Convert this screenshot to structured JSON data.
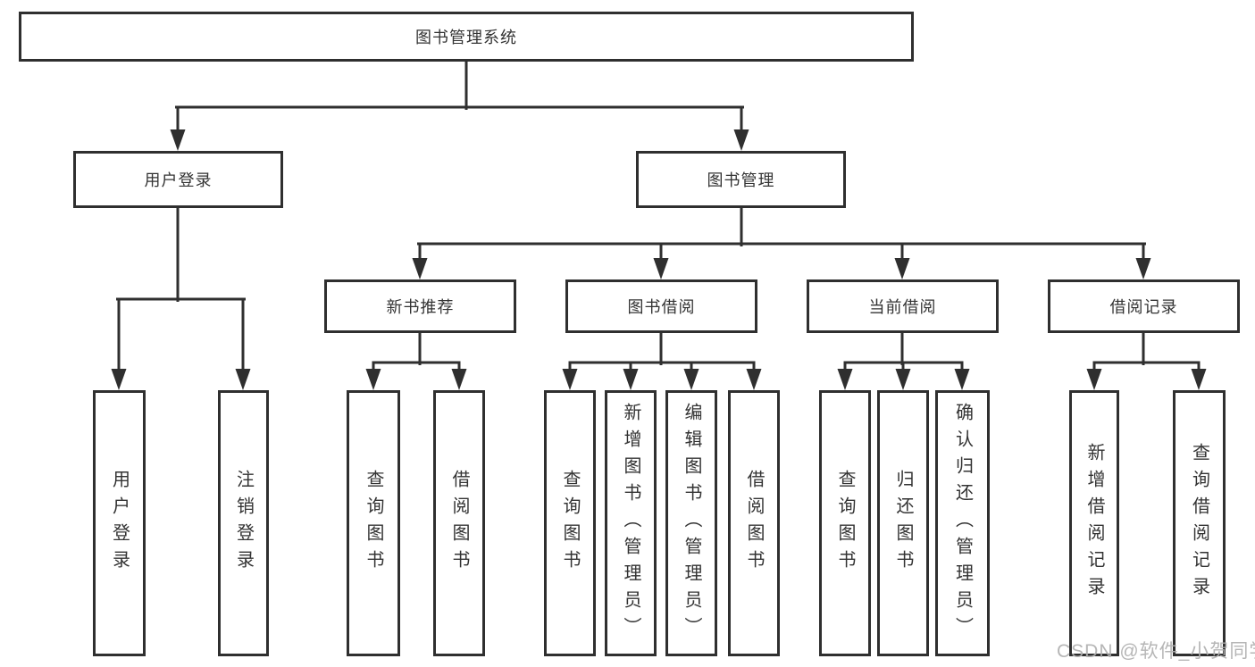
{
  "diagram": {
    "root": {
      "label": "图书管理系统"
    },
    "branches": [
      {
        "label": "用户登录",
        "children": [
          {
            "label": "用户登录"
          },
          {
            "label": "注销登录"
          }
        ]
      },
      {
        "label": "图书管理",
        "children": [
          {
            "label": "新书推荐",
            "children": [
              {
                "label": "查询图书"
              },
              {
                "label": "借阅图书"
              }
            ]
          },
          {
            "label": "图书借阅",
            "children": [
              {
                "label": "查询图书"
              },
              {
                "label": "新增图书（管理员）"
              },
              {
                "label": "编辑图书（管理员）"
              },
              {
                "label": "借阅图书"
              }
            ]
          },
          {
            "label": "当前借阅",
            "children": [
              {
                "label": "查询图书"
              },
              {
                "label": "归还图书"
              },
              {
                "label": "确认归还（管理员）"
              }
            ]
          },
          {
            "label": "借阅记录",
            "children": [
              {
                "label": "新增借阅记录"
              },
              {
                "label": "查询借阅记录"
              }
            ]
          }
        ]
      }
    ]
  },
  "colors": {
    "line": "#2f2f2f",
    "text": "#333333",
    "background": "#ffffff",
    "watermark": "#b0b0b0"
  },
  "watermark": "CSDN @软件_小贺同学"
}
